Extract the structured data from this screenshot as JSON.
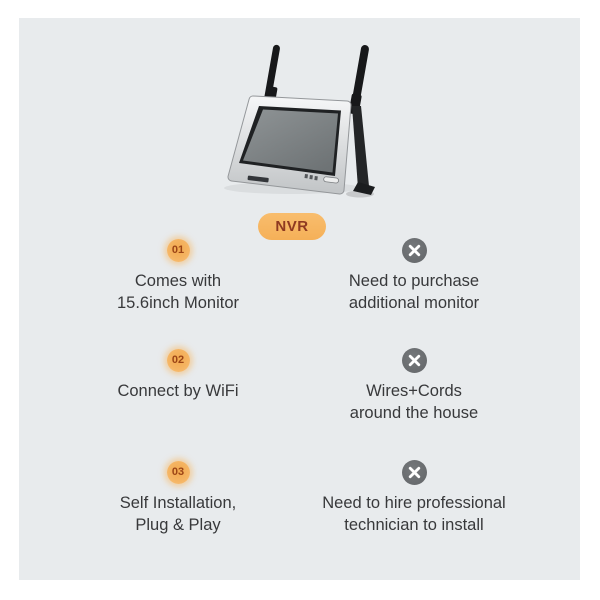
{
  "background": {
    "page_color": "#ffffff",
    "panel_color": "#e8ebed"
  },
  "header": {
    "pill_label": "NVR",
    "pill_color": "#f6b765",
    "pill_text_color": "#8f3a21"
  },
  "device": {
    "icon": "wireless-nvr-monitor-with-antennas"
  },
  "comparison": {
    "left": {
      "items": [
        {
          "badge": "01",
          "lines": [
            "Comes with",
            "15.6inch Monitor"
          ]
        },
        {
          "badge": "02",
          "lines": [
            "Connect by WiFi"
          ]
        },
        {
          "badge": "03",
          "lines": [
            "Self Installation,",
            "Plug & Play"
          ]
        }
      ]
    },
    "right": {
      "items": [
        {
          "icon": "x-circle-icon",
          "lines": [
            "Need to purchase",
            "additional monitor"
          ]
        },
        {
          "icon": "x-circle-icon",
          "lines": [
            "Wires+Cords",
            "around the house"
          ]
        },
        {
          "icon": "x-circle-icon",
          "lines": [
            "Need to hire professional",
            "technician to install"
          ]
        }
      ]
    }
  },
  "colors": {
    "accent_orange": "#f5b564",
    "badge_text": "#9c4516",
    "cross_circle": "#6a6d70",
    "body_text": "#38393b"
  }
}
